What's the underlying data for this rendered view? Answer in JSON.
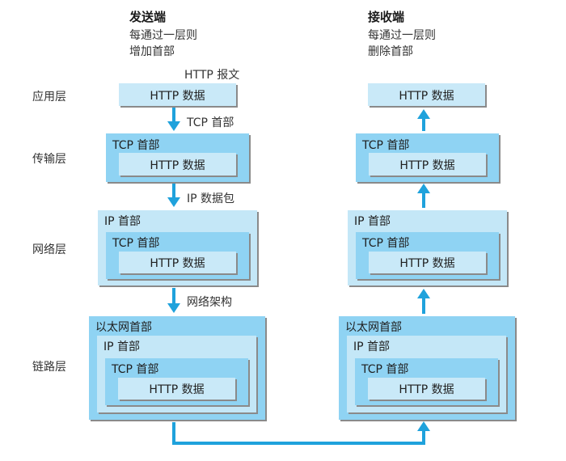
{
  "colors": {
    "ethernet_header_box": "#8fd3f3",
    "ip_header_box": "#c4e7f7",
    "tcp_header_box": "#8fd3f3",
    "http_data_box": "#c9e9f8",
    "arrow": "#1fa2dc"
  },
  "sender": {
    "title": "发送端",
    "line1": "每通过一层则",
    "line2": "增加首部"
  },
  "receiver": {
    "title": "接收端",
    "line1": "每通过一层则",
    "line2": "删除首部"
  },
  "layers": {
    "application": "应用层",
    "transport": "传输层",
    "network": "网络层",
    "link": "链路层"
  },
  "annotations": {
    "http_message": "HTTP 报文",
    "tcp_header": "TCP 首部",
    "ip_packet": "IP 数据包",
    "network_frame": "网络架构"
  },
  "box_labels": {
    "http_data": "HTTP 数据",
    "tcp_header": "TCP 首部",
    "ip_header": "IP 首部",
    "ethernet_header": "以太网首部"
  }
}
